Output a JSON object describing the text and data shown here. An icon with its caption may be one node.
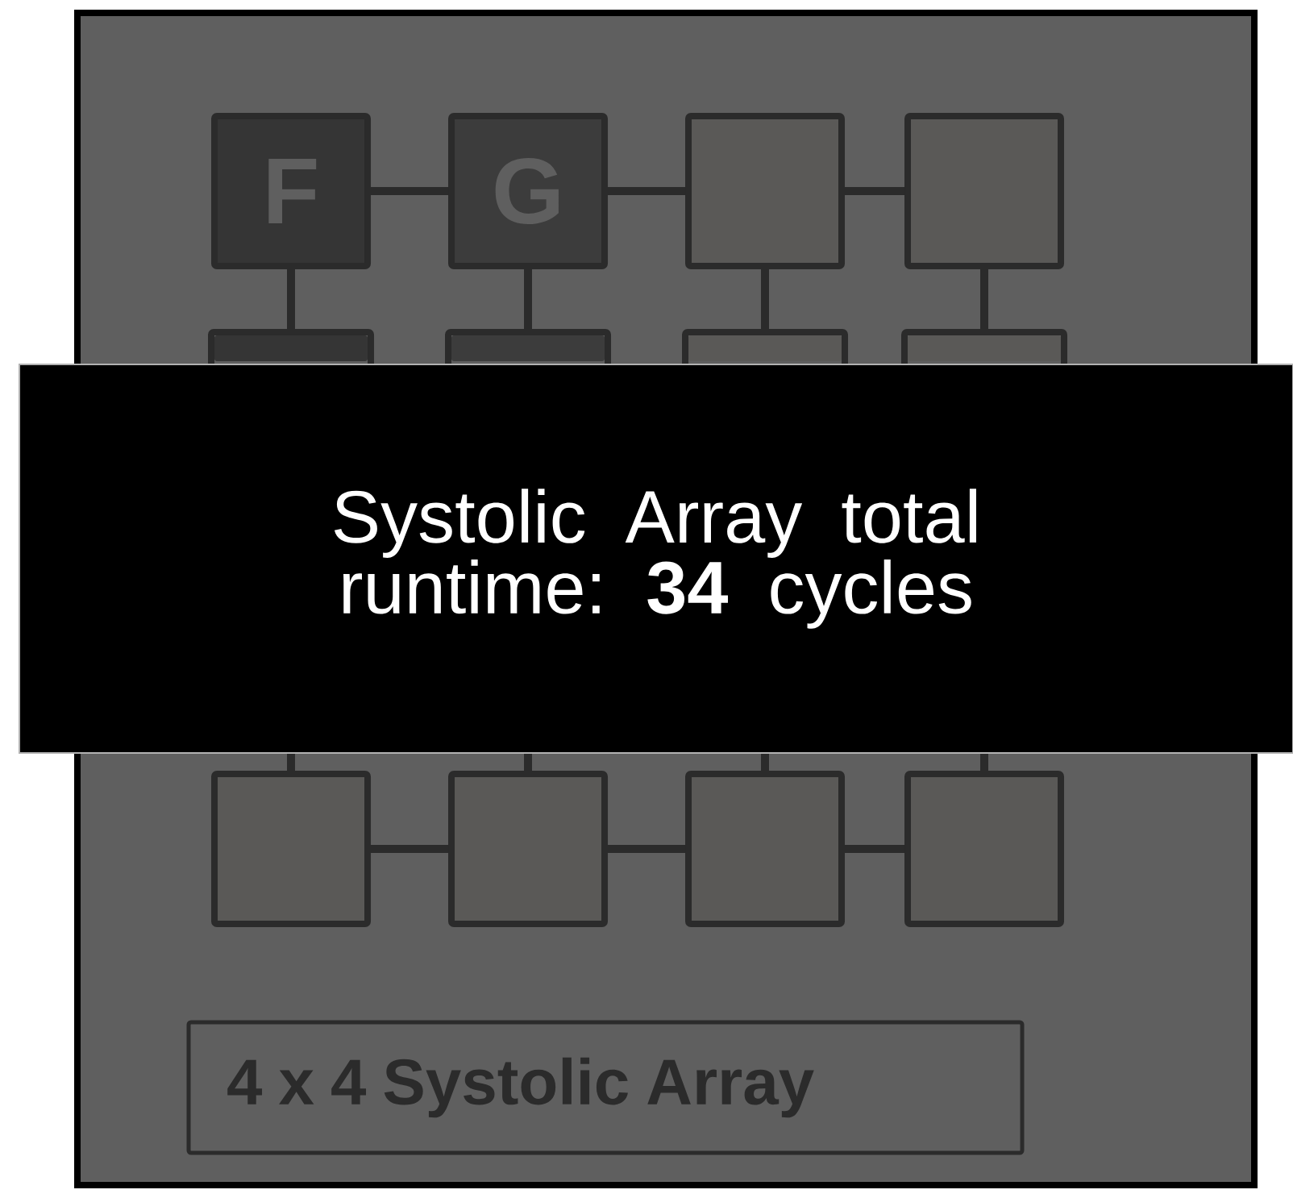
{
  "diagram": {
    "nodes": [
      {
        "text": [],
        "shape": "box"
      },
      {
        "text": [
          "F"
        ],
        "in": 0
      },
      {
        "text": [
          "G"
        ],
        "in": 0
      },
      {
        "text": [],
        "shape": "box",
        "in": 0
      },
      {
        "text": [],
        "shape": "box",
        "in": 0
      },
      {
        "text": [],
        "shape": "box",
        "in": 0
      },
      {
        "text": [],
        "shape": "box",
        "in": 0
      },
      {
        "text": [],
        "shape": "box",
        "in": 0
      },
      {
        "text": [],
        "shape": "box",
        "in": 0
      },
      {
        "text": [],
        "shape": "box",
        "in": 0
      },
      {
        "text": [],
        "shape": "box",
        "in": 0
      },
      {
        "text": [],
        "shape": "box",
        "in": 0
      },
      {
        "text": [],
        "shape": "box",
        "in": 0
      },
      {
        "text": [
          "4 x 4 Systolic Array"
        ],
        "in": 0
      },
      {
        "text": [
          "Systolic Array total runtime: **34** cycles"
        ]
      }
    ],
    "edges": [
      {
        "from": 1,
        "to": 2,
        "arrow": "none"
      },
      {
        "from": 2,
        "to": 3,
        "arrow": "none"
      },
      {
        "from": 3,
        "to": 4,
        "arrow": "none"
      },
      {
        "from": 1,
        "to": 5,
        "arrow": "none"
      },
      {
        "from": 2,
        "to": 6,
        "arrow": "none"
      },
      {
        "from": 3,
        "to": 7,
        "arrow": "none"
      },
      {
        "from": 4,
        "to": 8,
        "arrow": "none"
      },
      {
        "from": 14,
        "to": 9,
        "arrow": "none"
      },
      {
        "from": 14,
        "to": 10,
        "arrow": "none"
      },
      {
        "from": 14,
        "to": 11,
        "arrow": "none"
      },
      {
        "from": 14,
        "to": 12,
        "arrow": "none"
      },
      {
        "from": 9,
        "to": 10,
        "arrow": "none"
      },
      {
        "from": 10,
        "to": 11,
        "arrow": "none"
      },
      {
        "from": 11,
        "to": 12,
        "arrow": "none"
      }
    ]
  }
}
